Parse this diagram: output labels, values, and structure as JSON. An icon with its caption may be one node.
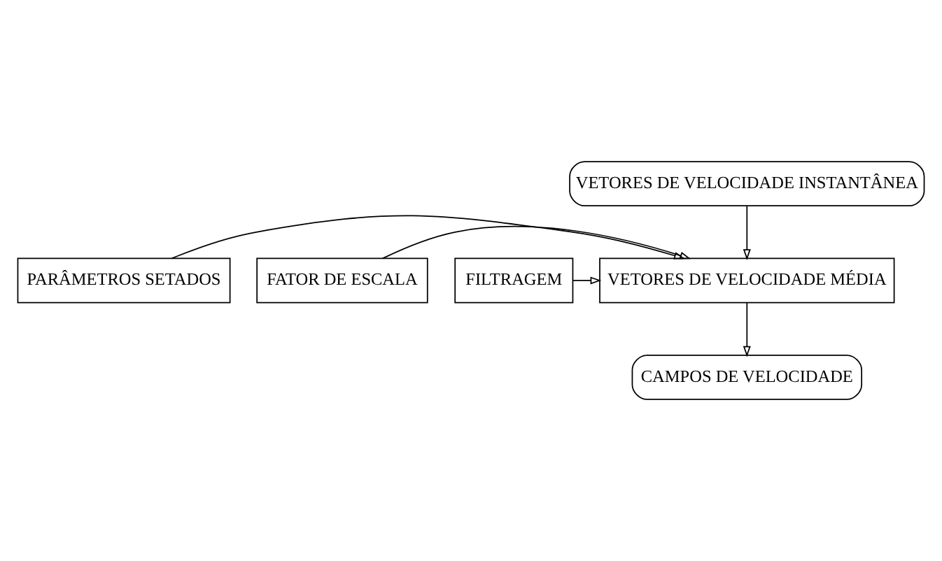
{
  "diagram": {
    "nodes": [
      {
        "text": [
          "VETORES DE VELOCIDADE INSTANTÂNEA"
        ]
      },
      {
        "text": [
          "VETORES DE VELOCIDADE MÉDIA"
        ]
      },
      {
        "text": [
          "PARÂMETROS SETADOS"
        ]
      },
      {
        "text": [
          "FATOR DE ESCALA"
        ]
      },
      {
        "text": [
          "FILTRAGEM"
        ]
      },
      {
        "text": [
          "CAMPOS DE VELOCIDADE"
        ]
      }
    ],
    "edges": [
      {
        "from": 0,
        "to": 1,
        "arrow": "to"
      },
      {
        "from": 2,
        "to": 1,
        "arrow": "to"
      },
      {
        "from": 3,
        "to": 1,
        "arrow": "to"
      },
      {
        "from": 4,
        "to": 1,
        "arrow": "to"
      },
      {
        "from": 1,
        "to": 5,
        "arrow": "to"
      }
    ]
  }
}
